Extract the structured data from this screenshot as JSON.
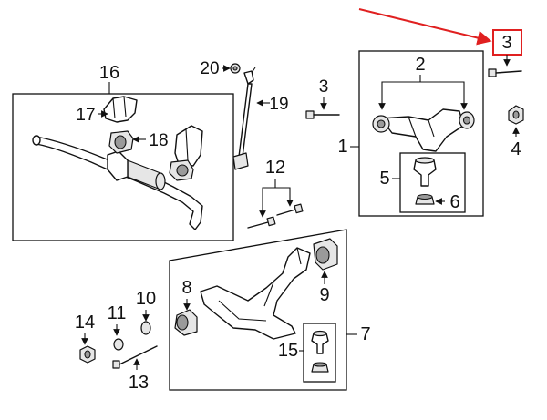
{
  "diagram": {
    "highlight_color": "#e02020",
    "highlighted_part": "3",
    "callouts": {
      "c1": "1",
      "c2": "2",
      "c3_top": "3",
      "c3_bolt": "3",
      "c4": "4",
      "c5": "5",
      "c6": "6",
      "c7": "7",
      "c8": "8",
      "c9": "9",
      "c10": "10",
      "c11": "11",
      "c12": "12",
      "c13": "13",
      "c14": "14",
      "c15": "15",
      "c16": "16",
      "c17": "17",
      "c18": "18",
      "c19": "19",
      "c20": "20"
    }
  }
}
